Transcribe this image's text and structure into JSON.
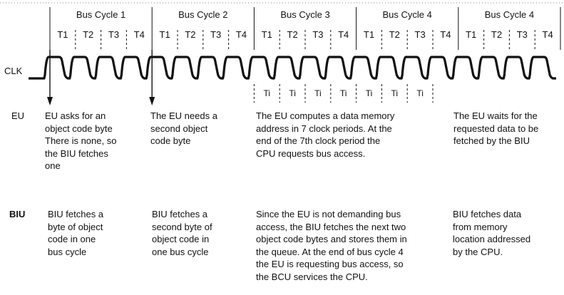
{
  "bus_cycles": [
    {
      "label": "Bus Cycle 1",
      "states": [
        "T1",
        "T2",
        "T3",
        "T4"
      ]
    },
    {
      "label": "Bus Cycle 2",
      "states": [
        "T1",
        "T2",
        "T3",
        "T4"
      ]
    },
    {
      "label": "Bus Cycle 3",
      "states": [
        "T1",
        "T2",
        "T3",
        "T4"
      ]
    },
    {
      "label": "Bus Cycle 4",
      "states": [
        "T1",
        "T2",
        "T3",
        "T4"
      ]
    },
    {
      "label": "Bus Cycle 4",
      "states": [
        "T1",
        "T2",
        "T3",
        "T4"
      ]
    }
  ],
  "clock_label": "CLK",
  "idle_states": [
    "Ti",
    "Ti",
    "Ti",
    "Ti",
    "Ti",
    "Ti",
    "Ti"
  ],
  "rows": {
    "eu": {
      "label": "EU",
      "descriptions": [
        "EU asks for an\nobject code byte\nThere is none, so\nthe BIU fetches\none",
        "The EU needs a\nsecond object\ncode byte",
        "The EU computes a data memory\naddress in 7 clock periods. At the\nend of the 7th clock period the\nCPU requests bus access.",
        "The EU waits for the\nrequested data to be\nfetched by the BIU"
      ]
    },
    "biu": {
      "label": "BIU",
      "descriptions": [
        "BIU fetches a\nbyte of object\ncode in one\nbus cycle",
        "BIU fetches a\nsecond byte of\nobject code in\none bus cycle",
        "Since the EU is not demanding bus\naccess, the BIU fetches the next two\nobject code bytes and stores them in\nthe queue. At the end of bus cycle 4\nthe EU is requesting bus access, so\nthe BCU services the CPU.",
        "BIU fetches data\nfrom memory\nlocation addressed\nby the CPU."
      ]
    }
  },
  "colors": {
    "ink": "#111111",
    "background": "#ffffff"
  }
}
